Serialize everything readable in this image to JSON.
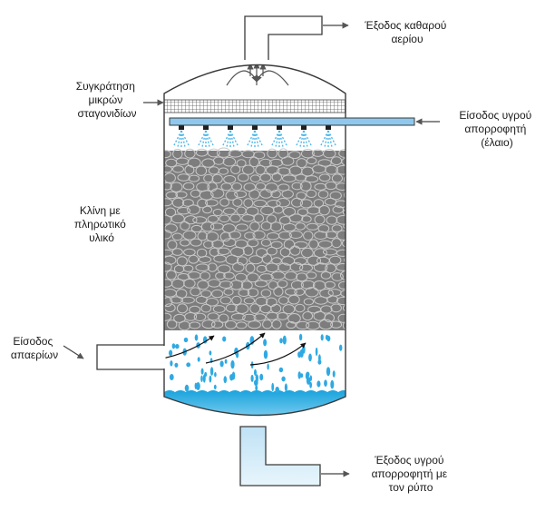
{
  "labels": {
    "clean_gas_outlet": [
      "Έξοδος καθαρού",
      "αερίου"
    ],
    "mist_eliminator": [
      "Συγκράτηση",
      "μικρών",
      "σταγονιδίων"
    ],
    "absorbent_inlet": [
      "Είσοδος υγρού",
      "απορροφητή",
      "(έλαιο)"
    ],
    "packed_bed": [
      "Κλίνη με",
      "πληρωτικό",
      "υλικό"
    ],
    "dirty_gas_inlet": [
      "Είσοδος",
      "απαερίων"
    ],
    "liquid_outlet": [
      "Έξοδος υγρού",
      "απορροφητή με",
      "τον ρύπο"
    ]
  },
  "colors": {
    "outline": "#3a3a3a",
    "packing": "#7d7d7d",
    "liquid": "#33b5e5",
    "spray": "#6fc4ee",
    "pipe_fill": "#d6ecf8",
    "distributor": "#8fc8ec",
    "arrow": "#555555"
  }
}
